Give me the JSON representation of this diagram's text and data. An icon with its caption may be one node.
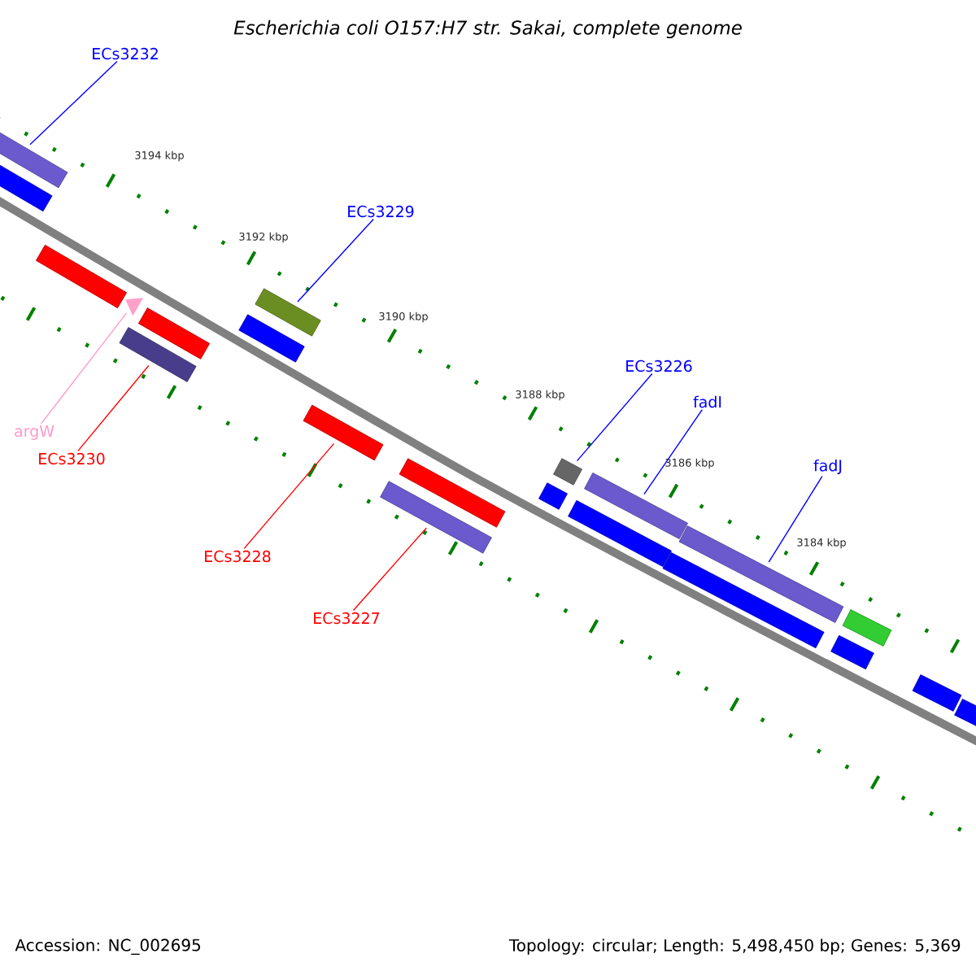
{
  "diagram": {
    "title": "Escherichia coli O157:H7 str. Sakai, complete genome",
    "nodes": [
      {
        "text": [
          "ECs3232"
        ]
      },
      {
        "text": [],
        "shape": "bar"
      },
      {
        "text": [
          "ECs3229"
        ]
      },
      {
        "text": [],
        "shape": "bar"
      },
      {
        "text": [
          "ECs3226"
        ]
      },
      {
        "text": [],
        "shape": "bar"
      },
      {
        "text": [
          "fadI"
        ]
      },
      {
        "text": [],
        "shape": "bar"
      },
      {
        "text": [
          "fadJ"
        ]
      },
      {
        "text": [],
        "shape": "bar"
      },
      {
        "text": [
          "argW"
        ]
      },
      {
        "text": [],
        "shape": "triangle"
      },
      {
        "text": [
          "ECs3230"
        ]
      },
      {
        "text": [],
        "shape": "bar"
      },
      {
        "text": [
          "ECs3228"
        ]
      },
      {
        "text": [],
        "shape": "bar"
      },
      {
        "text": [
          "ECs3227"
        ]
      },
      {
        "text": [],
        "shape": "bar"
      },
      {
        "text": [],
        "shape": "bar"
      },
      {
        "text": [],
        "shape": "bar"
      },
      {
        "text": [],
        "shape": "bar"
      },
      {
        "text": [],
        "shape": "bar"
      },
      {
        "text": [],
        "shape": "bar"
      },
      {
        "text": [],
        "shape": "bar"
      },
      {
        "text": [],
        "shape": "bar"
      },
      {
        "text": [],
        "shape": "bar"
      },
      {
        "text": [],
        "shape": "bar"
      },
      {
        "text": [],
        "shape": "bar"
      },
      {
        "text": [],
        "shape": "bar"
      },
      {
        "text": [],
        "shape": "bar"
      }
    ],
    "edges": [
      {
        "from": 0,
        "to": 1,
        "arrow": "none"
      },
      {
        "from": 2,
        "to": 3,
        "arrow": "none"
      },
      {
        "from": 4,
        "to": 5,
        "arrow": "none"
      },
      {
        "from": 6,
        "to": 7,
        "arrow": "none"
      },
      {
        "from": 8,
        "to": 9,
        "arrow": "none"
      },
      {
        "from": 10,
        "to": 11,
        "arrow": "none",
        "color": "#ff99cc"
      },
      {
        "from": 12,
        "to": 13,
        "arrow": "none",
        "color": "#ff0000"
      },
      {
        "from": 14,
        "to": 15,
        "arrow": "none",
        "color": "#ff0000"
      },
      {
        "from": 16,
        "to": 17,
        "arrow": "none",
        "color": "#ff0000"
      }
    ],
    "labels": [
      "3194 kbp",
      "3192 kbp",
      "3190 kbp",
      "3188 kbp",
      "3186 kbp",
      "3184 kbp",
      "Accession: NC_002695",
      "Topology: circular; Length: 5,498,450 bp; Genes: 5,369"
    ]
  }
}
